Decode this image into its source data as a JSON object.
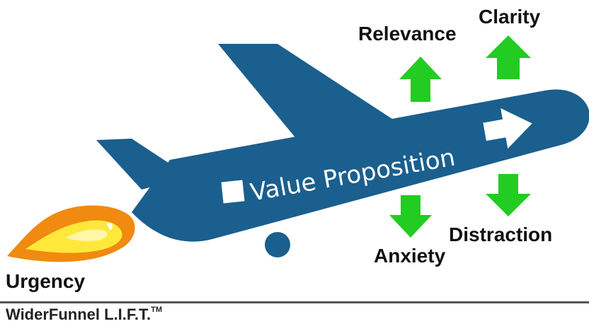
{
  "labels": {
    "value_proposition": "Value Proposition",
    "relevance": "Relevance",
    "clarity": "Clarity",
    "anxiety": "Anxiety",
    "distraction": "Distraction",
    "urgency": "Urgency"
  },
  "footer": {
    "brand": "WiderFunnel L.I.F.T.",
    "trademark": "TM"
  },
  "colors": {
    "plane": "#1a5f8e",
    "arrow_green": "#22cc22",
    "flame_outer": "#f08a10",
    "flame_inner": "#ffe83a",
    "text": "#111111"
  },
  "icons": [
    "airplane-icon",
    "flame-icon",
    "arrow-up-icon",
    "arrow-down-icon",
    "arrow-right-icon"
  ]
}
